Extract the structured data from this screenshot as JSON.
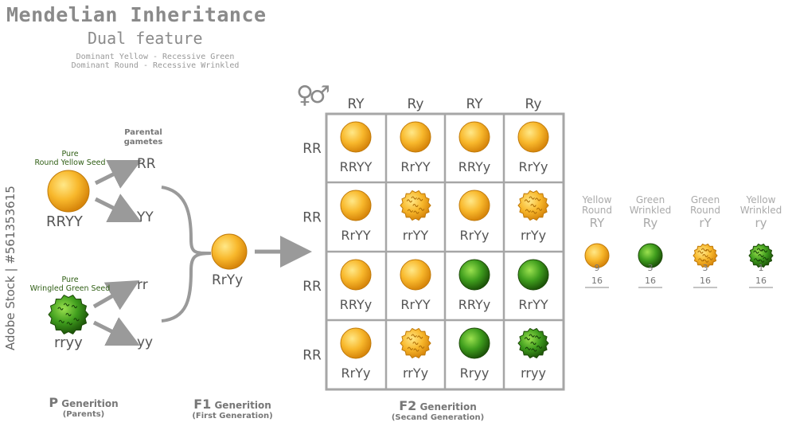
{
  "header": {
    "title": "Mendelian Inheritance",
    "subtitle": "Dual feature",
    "note_line1": "Dominant Yellow - Recessive Green",
    "note_line2": "Dominant Round - Recessive Wrinkled"
  },
  "parents": {
    "gametes_label_line1": "Parental",
    "gametes_label_line2": "gametes",
    "seed1_label_line1": "Pure",
    "seed1_label_line2": "Round Yellow Seed",
    "seed1_genotype": "RRYY",
    "seed1_gamete1": "RR",
    "seed1_gamete2": "YY",
    "seed2_label_line1": "Pure",
    "seed2_label_line2": "Wringled Green Seed",
    "seed2_genotype": "rryy",
    "seed2_gamete1": "rr",
    "seed2_gamete2": "yy"
  },
  "f1": {
    "genotype": "RrYy"
  },
  "punnett": {
    "sex_symbols": "♀♂",
    "col_headers": [
      "RY",
      "Ry",
      "RY",
      "Ry"
    ],
    "row_headers": [
      "RR",
      "RR",
      "RR",
      "RR"
    ],
    "cells": [
      [
        {
          "genotype": "RRYY",
          "seed": "yellow-round"
        },
        {
          "genotype": "RrYY",
          "seed": "yellow-round"
        },
        {
          "genotype": "RRYy",
          "seed": "yellow-round"
        },
        {
          "genotype": "RrYy",
          "seed": "yellow-round"
        }
      ],
      [
        {
          "genotype": "RrYY",
          "seed": "yellow-round"
        },
        {
          "genotype": "rrYY",
          "seed": "yellow-wrinkled"
        },
        {
          "genotype": "RrYy",
          "seed": "yellow-round"
        },
        {
          "genotype": "rrYy",
          "seed": "yellow-wrinkled"
        }
      ],
      [
        {
          "genotype": "RRYy",
          "seed": "yellow-round"
        },
        {
          "genotype": "RrYY",
          "seed": "yellow-round"
        },
        {
          "genotype": "RRYy",
          "seed": "green-round"
        },
        {
          "genotype": "RrYY",
          "seed": "green-round"
        }
      ],
      [
        {
          "genotype": "RrYy",
          "seed": "yellow-round"
        },
        {
          "genotype": "rrYy",
          "seed": "yellow-wrinkled"
        },
        {
          "genotype": "Rryy",
          "seed": "green-round"
        },
        {
          "genotype": "rryy",
          "seed": "green-wrinkled"
        }
      ]
    ]
  },
  "legend": [
    {
      "name_line1": "Yellow",
      "name_line2": "Round",
      "genotype": "RY",
      "seed": "yellow-round",
      "numerator": "9",
      "denominator": "16"
    },
    {
      "name_line1": "Green",
      "name_line2": "Wrinkled",
      "genotype": "Ry",
      "seed": "green-round",
      "numerator": "3",
      "denominator": "16"
    },
    {
      "name_line1": "Green",
      "name_line2": "Round",
      "genotype": "rY",
      "seed": "yellow-wrinkled",
      "numerator": "3",
      "denominator": "16"
    },
    {
      "name_line1": "Yellow",
      "name_line2": "Wrinkled",
      "genotype": "ry",
      "seed": "green-wrinkled",
      "numerator": "1",
      "denominator": "16"
    }
  ],
  "generations": {
    "p_letter": "P",
    "p_word": "Generition",
    "p_sub": "(Parents)",
    "f1_letter": "F1",
    "f1_word": "Generition",
    "f1_sub": "(First Generation)",
    "f2_letter": "F2",
    "f2_word": "Generition",
    "f2_sub": "(Secand Generation)"
  },
  "watermark": "Adobe Stock | #561353615",
  "colors": {
    "yellow_light": "#ffe27a",
    "yellow": "#f7b52a",
    "yellow_dark": "#d98a0c",
    "green_light": "#8fdc4a",
    "green": "#3f9a1c",
    "green_dark": "#1f5a0a",
    "grid": "#a6a6a6",
    "arrow": "#9a9a9a"
  }
}
